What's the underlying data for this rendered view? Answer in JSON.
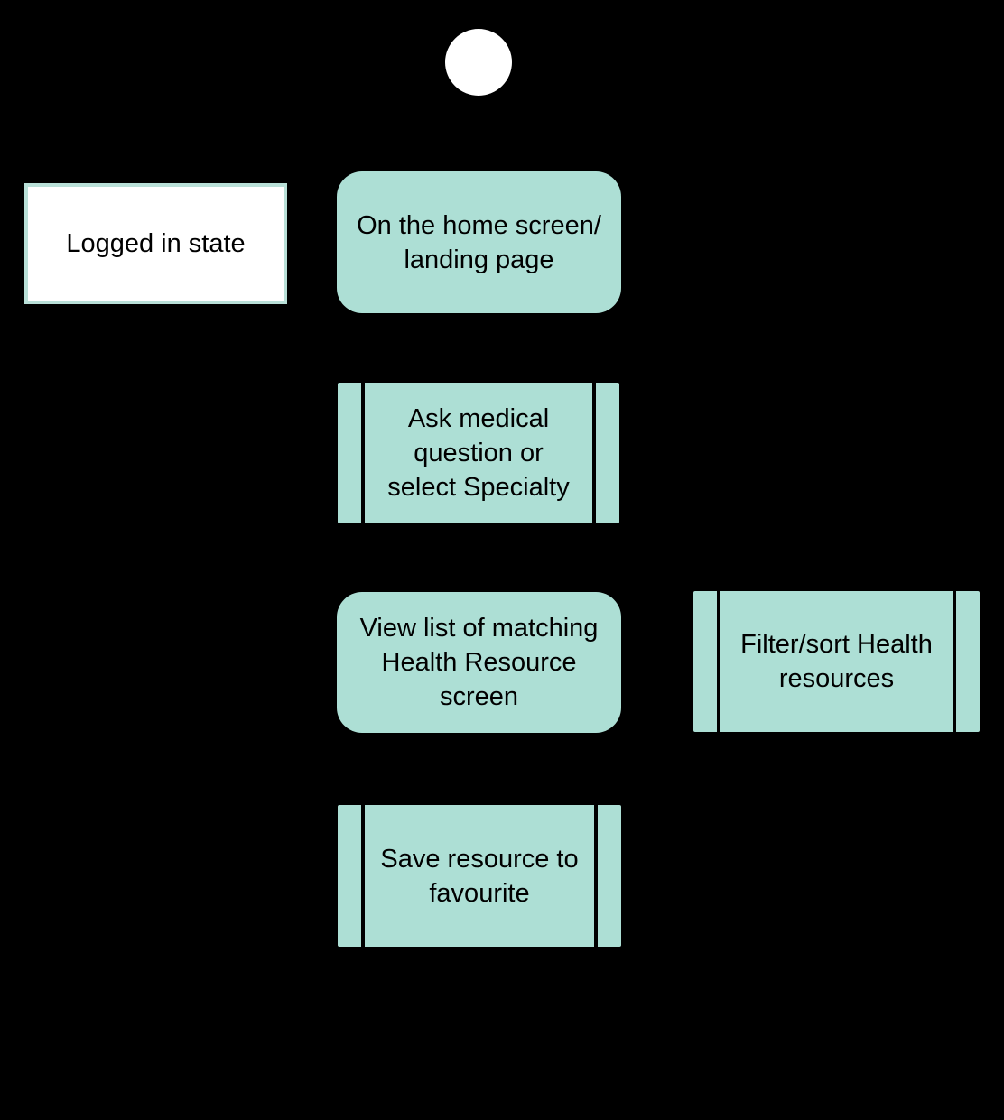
{
  "diagram": {
    "kind": "uml-activity-diagram",
    "colors": {
      "background": "#000000",
      "activity_fill": "#addfd5",
      "activity_text": "#000000",
      "state_fill": "#ffffff",
      "state_border": "#b9e0d8",
      "start_node_fill": "#ffffff",
      "process_bar": "#000000"
    },
    "state_box": {
      "label": "Logged in state"
    },
    "activities": [
      {
        "label": "On the home screen/\nlanding page",
        "shape": "rounded"
      },
      {
        "label": "Ask medical\nquestion or\nselect Specialty",
        "shape": "process"
      },
      {
        "label": "View list of matching\nHealth Resource\nscreen",
        "shape": "rounded"
      },
      {
        "label": "Filter/sort Health\nresources",
        "shape": "process"
      },
      {
        "label": "Save resource to\nfavourite",
        "shape": "process"
      }
    ]
  }
}
